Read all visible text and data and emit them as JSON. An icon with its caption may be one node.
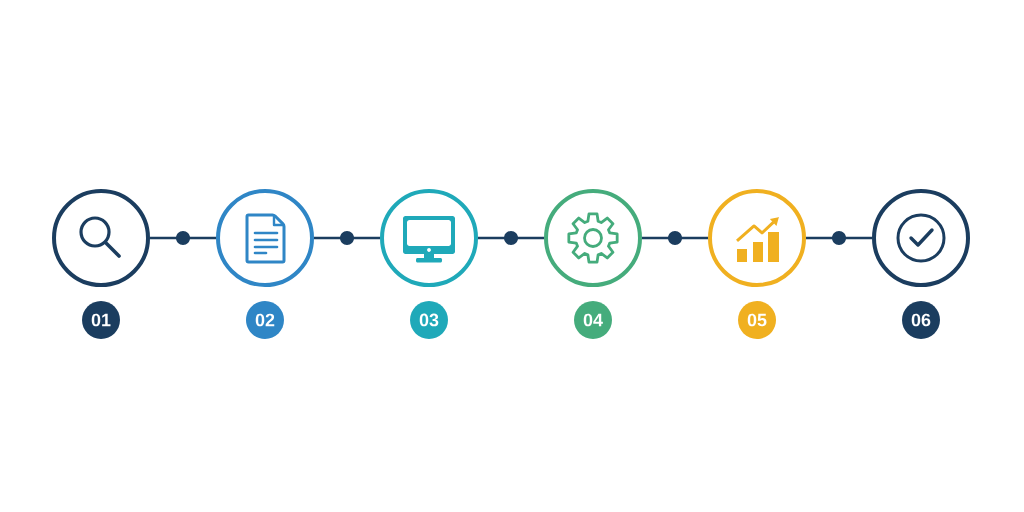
{
  "diagram": {
    "nodes": [
      {
        "text": [],
        "shape": "circle"
      },
      {
        "text": [],
        "shape": "circle"
      },
      {
        "text": [],
        "shape": "circle"
      },
      {
        "text": [],
        "shape": "circle"
      },
      {
        "text": [],
        "shape": "circle"
      },
      {
        "text": [],
        "shape": "circle"
      },
      {
        "text": [
          "01"
        ]
      },
      {
        "text": [
          "02"
        ]
      },
      {
        "text": [
          "03"
        ]
      },
      {
        "text": [
          "04"
        ]
      },
      {
        "text": [
          "05"
        ]
      },
      {
        "text": [
          "06"
        ]
      }
    ],
    "edges": [
      {
        "from": 0,
        "to": 1,
        "arrow": "none"
      },
      {
        "from": 1,
        "to": 2,
        "arrow": "none"
      },
      {
        "from": 2,
        "to": 3,
        "arrow": "none"
      },
      {
        "from": 3,
        "to": 4,
        "arrow": "none"
      },
      {
        "from": 4,
        "to": 5,
        "arrow": "none"
      }
    ]
  }
}
